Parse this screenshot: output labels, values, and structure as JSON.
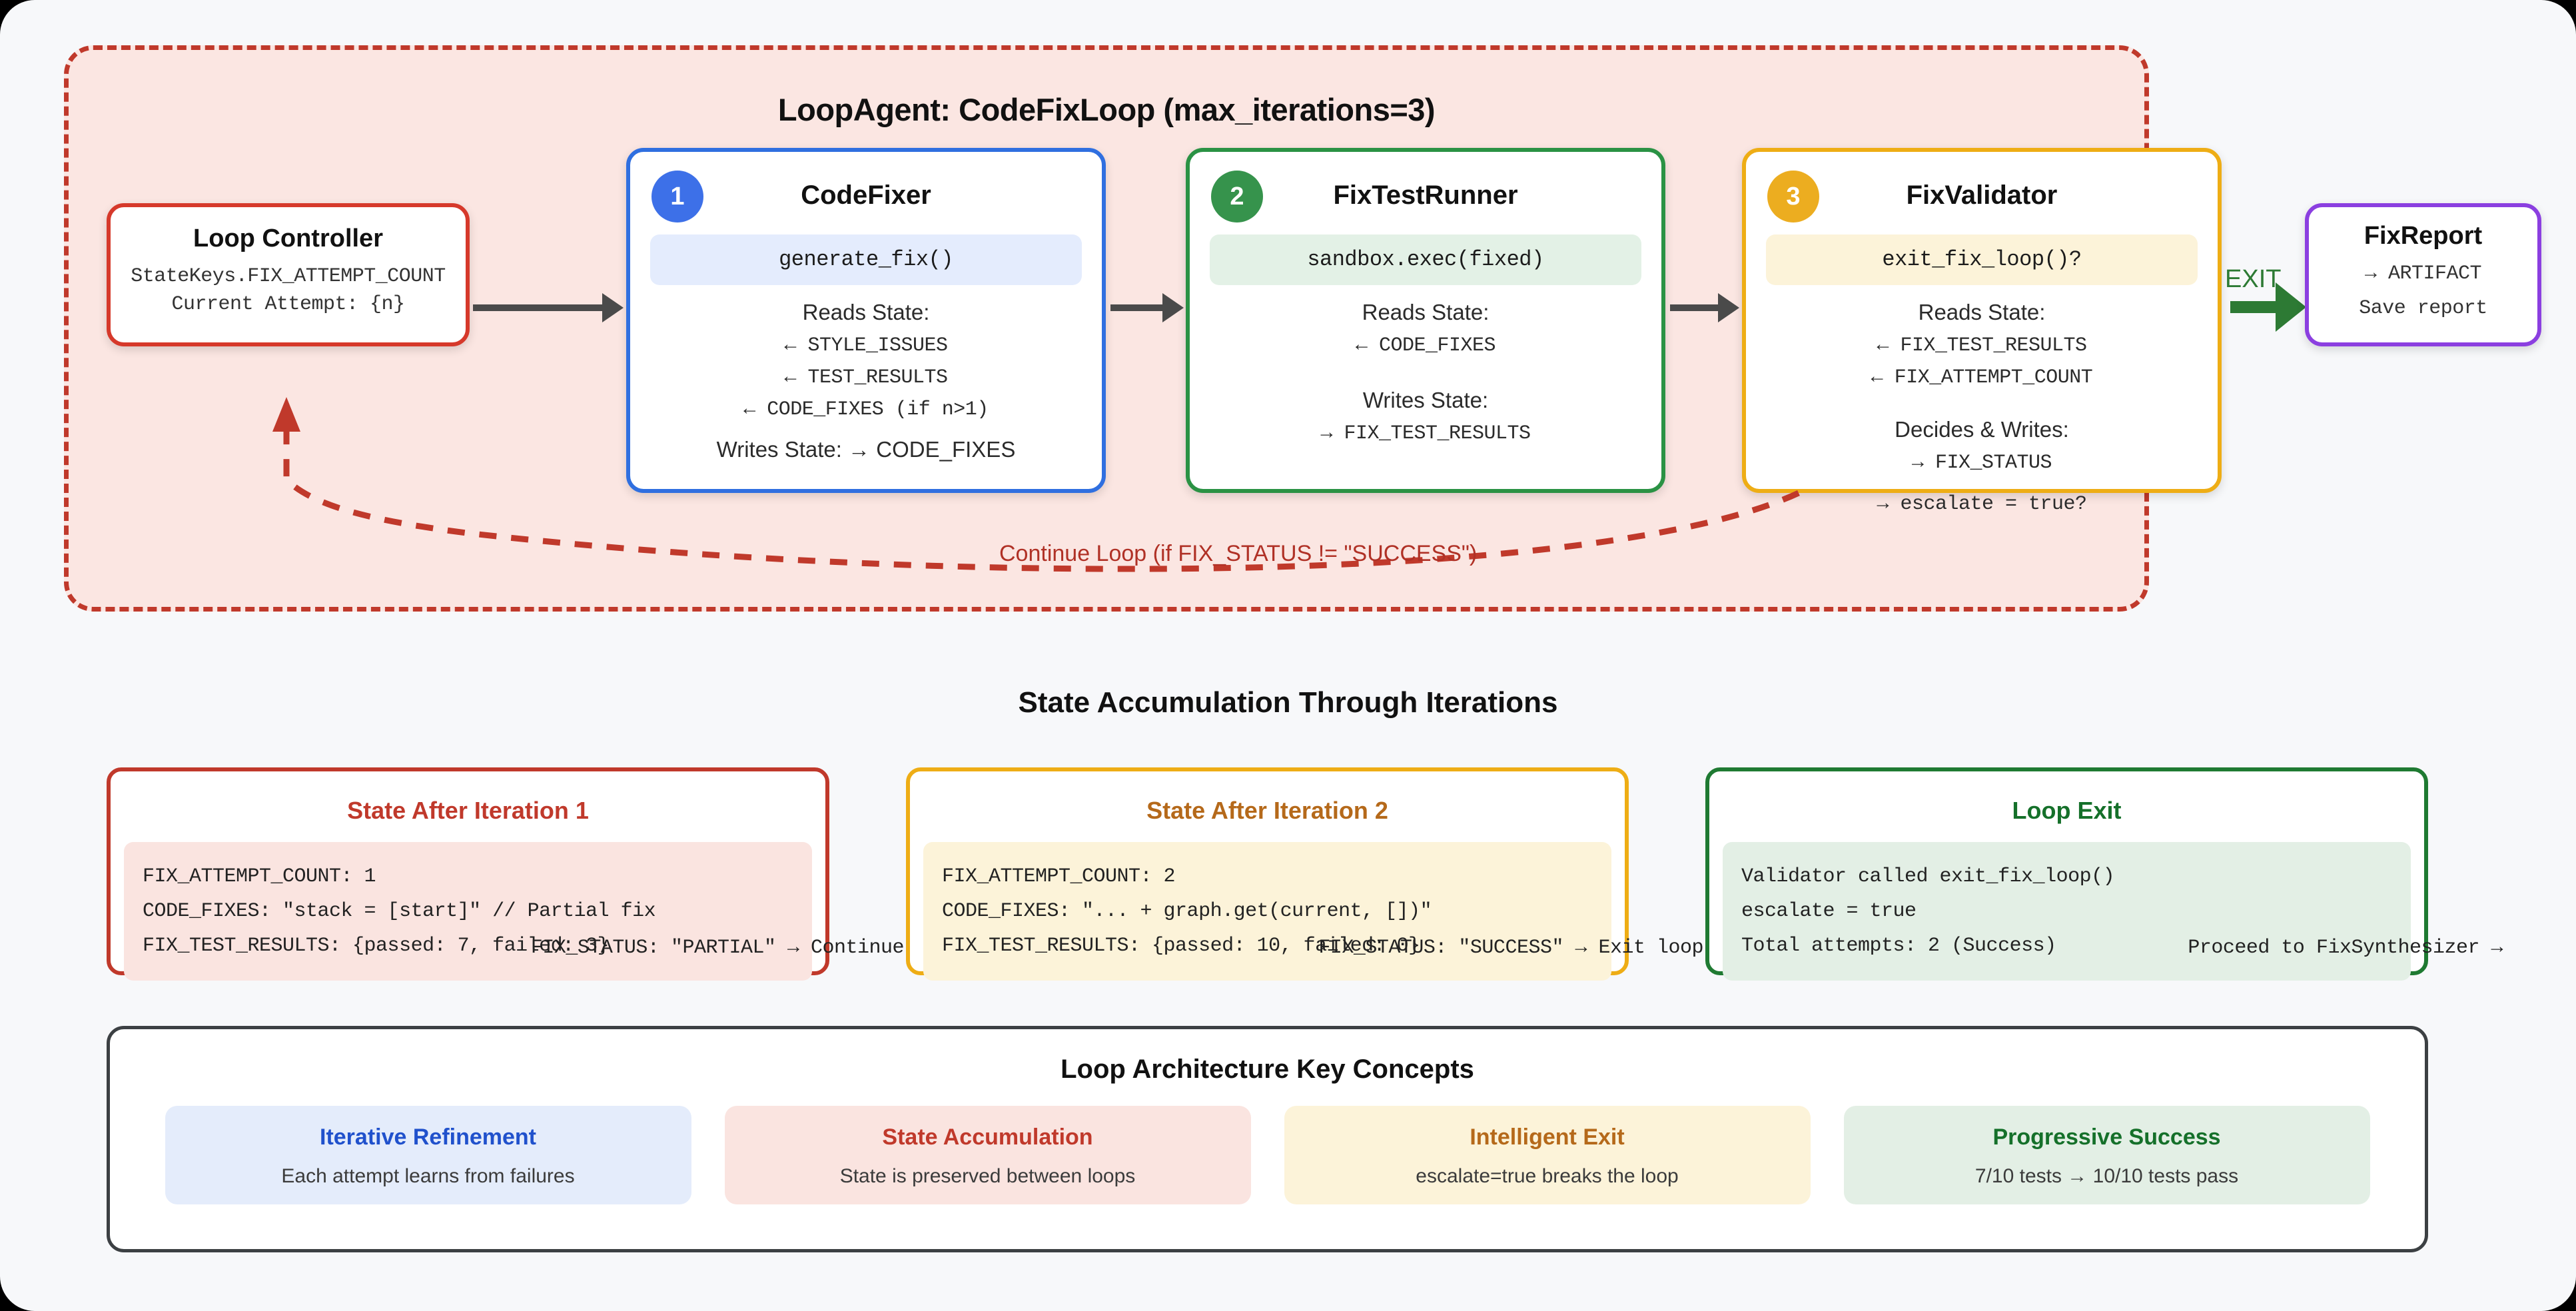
{
  "loop": {
    "title": "LoopAgent: CodeFixLoop (max_iterations=3)",
    "continue_label": "Continue Loop (if FIX_STATUS != \"SUCCESS\")",
    "exit_label": "EXIT"
  },
  "controller": {
    "title": "Loop Controller",
    "line1": "StateKeys.FIX_ATTEMPT_COUNT",
    "line2": "Current Attempt: {n}"
  },
  "agents": [
    {
      "badge": "1",
      "name": "CodeFixer",
      "code": "generate_fix()",
      "reads_label": "Reads State:",
      "reads": [
        "← STYLE_ISSUES",
        "← TEST_RESULTS",
        "← CODE_FIXES (if n>1)"
      ],
      "writes_inline": "Writes State: → CODE_FIXES",
      "color": "#2f6fe0"
    },
    {
      "badge": "2",
      "name": "FixTestRunner",
      "code": "sandbox.exec(fixed)",
      "reads_label": "Reads State:",
      "reads": [
        "← CODE_FIXES"
      ],
      "writes_label": "Writes State:",
      "writes": [
        "→ FIX_TEST_RESULTS"
      ],
      "color": "#2a9244"
    },
    {
      "badge": "3",
      "name": "FixValidator",
      "code": "exit_fix_loop()?",
      "reads_label": "Reads State:",
      "reads": [
        "← FIX_TEST_RESULTS",
        "← FIX_ATTEMPT_COUNT"
      ],
      "writes_label": "Decides & Writes:",
      "writes": [
        "→ FIX_STATUS"
      ],
      "overflow": "→ escalate = true?",
      "color": "#eead15"
    }
  ],
  "report": {
    "title": "FixReport",
    "line1": "→ ARTIFACT",
    "line2": "Save report"
  },
  "state_section": {
    "heading": "State Accumulation Through Iterations",
    "cards": [
      {
        "title": "State After Iteration 1",
        "lines": [
          "FIX_ATTEMPT_COUNT: 1",
          "CODE_FIXES: \"stack = [start]\" // Partial fix",
          "FIX_TEST_RESULTS: {passed: 7, failed: 3}"
        ],
        "footer": "FIX_STATUS: \"PARTIAL\" → Continue",
        "color": "#c0392b"
      },
      {
        "title": "State After Iteration 2",
        "lines": [
          "FIX_ATTEMPT_COUNT: 2",
          "CODE_FIXES: \"... + graph.get(current, [])\"",
          "FIX_TEST_RESULTS: {passed: 10, failed: 0}"
        ],
        "footer": "FIX_STATUS: \"SUCCESS\" → Exit loop",
        "color": "#eead15"
      },
      {
        "title": "Loop Exit",
        "lines": [
          "Validator called exit_fix_loop()",
          "escalate = true",
          "Total attempts: 2 (Success)"
        ],
        "footer": "Proceed to FixSynthesizer →",
        "color": "#1f7a32"
      }
    ]
  },
  "concepts": {
    "title": "Loop Architecture Key Concepts",
    "items": [
      {
        "title": "Iterative Refinement",
        "desc": "Each attempt learns from failures",
        "theme": "c-blue"
      },
      {
        "title": "State Accumulation",
        "desc": "State is preserved between loops",
        "theme": "c-red"
      },
      {
        "title": "Intelligent Exit",
        "desc": "escalate=true breaks the loop",
        "theme": "c-yellow"
      },
      {
        "title": "Progressive Success",
        "desc": "7/10 tests → 10/10 tests pass",
        "theme": "c-green"
      }
    ]
  }
}
